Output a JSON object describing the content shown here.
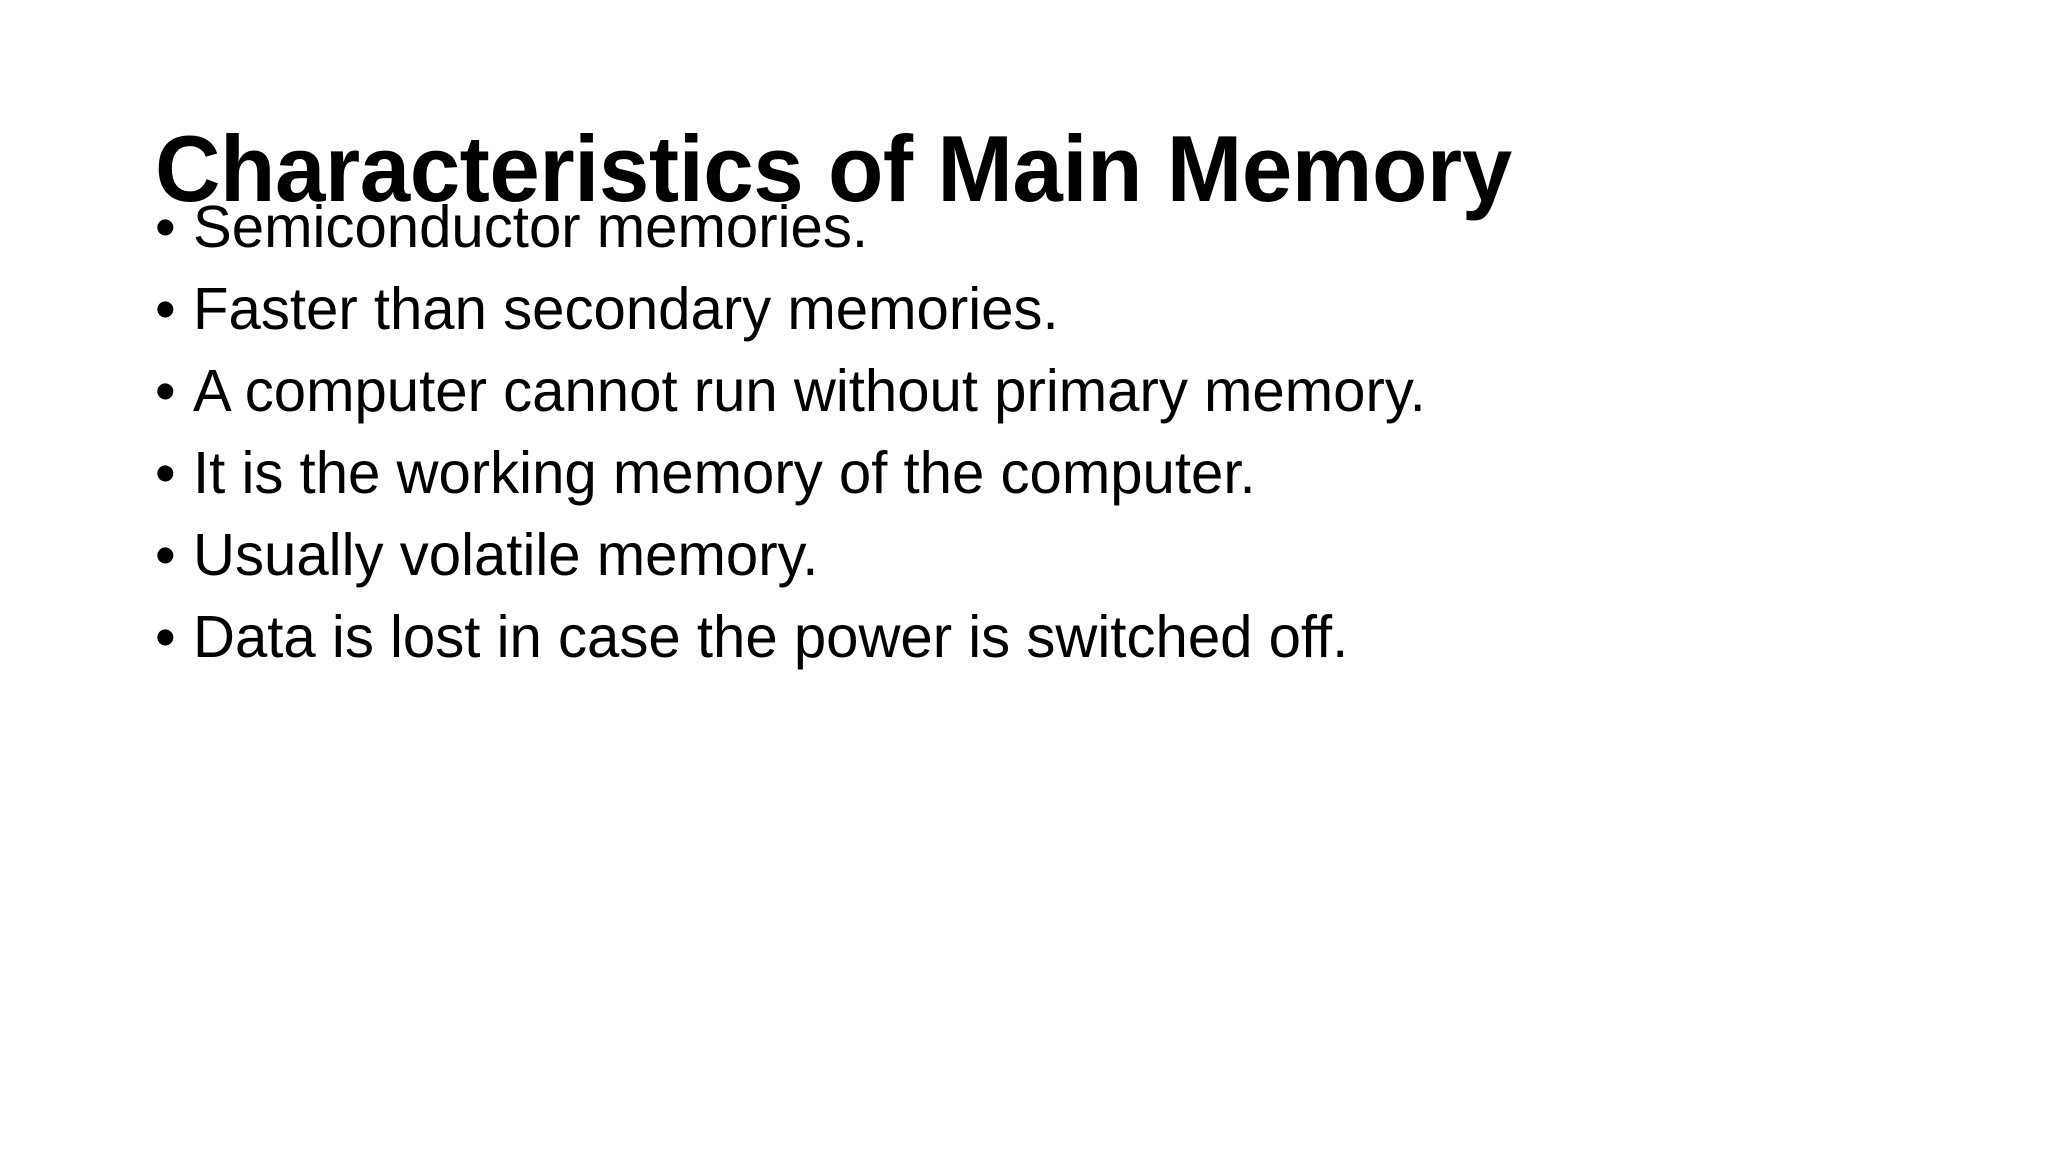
{
  "slide": {
    "background_color": "#ffffff",
    "text_color": "#000000",
    "title": "Characteristics of Main Memory",
    "bullet_marker": "•",
    "bullets": [
      {
        "text": "Semiconductor memories."
      },
      {
        "text": "Faster than secondary memories."
      },
      {
        "text": "A computer cannot run without primary memory."
      },
      {
        "text": "It is the working memory of the computer."
      },
      {
        "text": "Usually volatile memory."
      },
      {
        "text": "Data is lost in case the power is switched off."
      }
    ]
  }
}
